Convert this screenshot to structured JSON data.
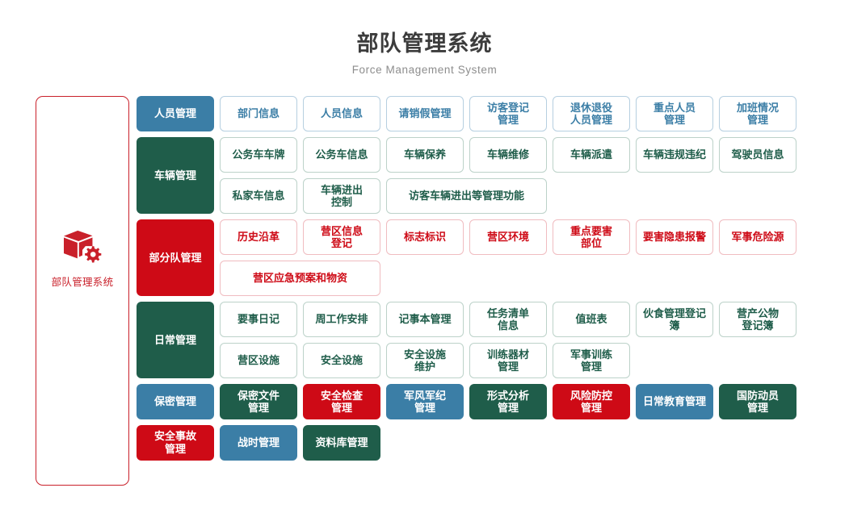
{
  "header": {
    "title": "部队管理系统",
    "subtitle": "Force Management System"
  },
  "sidebar": {
    "brand_label": "部队管理系统",
    "brand_icon": "cube-gear-icon",
    "border_color": "#c9202a"
  },
  "colors": {
    "blue": "#3b7ea6",
    "green": "#1f5d4a",
    "red": "#ce0a16",
    "title": "#3c3c3c",
    "subtitle": "#8d8d8d"
  },
  "sections": [
    {
      "category": "人员管理",
      "category_style": "blue",
      "rows": [
        [
          {
            "label": "部门信息",
            "style": "outline-blue"
          },
          {
            "label": "人员信息",
            "style": "outline-blue"
          },
          {
            "label": "请销假管理",
            "style": "outline-blue"
          },
          {
            "label": "访客登记\n管理",
            "style": "outline-blue"
          },
          {
            "label": "退休退役\n人员管理",
            "style": "outline-blue"
          },
          {
            "label": "重点人员\n管理",
            "style": "outline-blue"
          },
          {
            "label": "加班情况\n管理",
            "style": "outline-blue"
          }
        ]
      ]
    },
    {
      "category": "车辆管理",
      "category_style": "green",
      "rows": [
        [
          {
            "label": "公务车车牌",
            "style": "outline-green"
          },
          {
            "label": "公务车信息",
            "style": "outline-green"
          },
          {
            "label": "车辆保养",
            "style": "outline-green"
          },
          {
            "label": "车辆维修",
            "style": "outline-green"
          },
          {
            "label": "车辆派遣",
            "style": "outline-green"
          },
          {
            "label": "车辆违规违纪",
            "style": "outline-green"
          },
          {
            "label": "驾驶员信息",
            "style": "outline-green"
          }
        ],
        [
          {
            "label": "私家车信息",
            "style": "outline-green"
          },
          {
            "label": "车辆进出\n控制",
            "style": "outline-green"
          },
          {
            "label": "访客车辆进出等管理功能",
            "style": "outline-green",
            "span": 2
          }
        ]
      ]
    },
    {
      "category": "部分队管理",
      "category_style": "red",
      "rows": [
        [
          {
            "label": "历史沿革",
            "style": "outline-red"
          },
          {
            "label": "营区信息\n登记",
            "style": "outline-red"
          },
          {
            "label": "标志标识",
            "style": "outline-red"
          },
          {
            "label": "营区环境",
            "style": "outline-red"
          },
          {
            "label": "重点要害\n部位",
            "style": "outline-red"
          },
          {
            "label": "要害隐患报警",
            "style": "outline-red"
          },
          {
            "label": "军事危险源",
            "style": "outline-red"
          }
        ],
        [
          {
            "label": "营区应急预案和物资",
            "style": "outline-red",
            "span": 2
          }
        ]
      ]
    },
    {
      "category": "日常管理",
      "category_style": "green",
      "rows": [
        [
          {
            "label": "要事日记",
            "style": "outline-green"
          },
          {
            "label": "周工作安排",
            "style": "outline-green"
          },
          {
            "label": "记事本管理",
            "style": "outline-green"
          },
          {
            "label": "任务清单\n信息",
            "style": "outline-green"
          },
          {
            "label": "值班表",
            "style": "outline-green"
          },
          {
            "label": "伙食管理登记簿",
            "style": "outline-green"
          },
          {
            "label": "营产公物\n登记簿",
            "style": "outline-green"
          }
        ],
        [
          {
            "label": "营区设施",
            "style": "outline-green"
          },
          {
            "label": "安全设施",
            "style": "outline-green"
          },
          {
            "label": "安全设施\n维护",
            "style": "outline-green"
          },
          {
            "label": "训练器材\n管理",
            "style": "outline-green"
          },
          {
            "label": "军事训练\n管理",
            "style": "outline-green"
          }
        ]
      ]
    },
    {
      "category": "保密管理",
      "category_style": "blue",
      "category_single_row": true,
      "rows": [
        [
          {
            "label": "保密文件\n管理",
            "style": "filled-green"
          },
          {
            "label": "安全检查\n管理",
            "style": "filled-red"
          },
          {
            "label": "军风军纪\n管理",
            "style": "filled-blue"
          },
          {
            "label": "形式分析\n管理",
            "style": "filled-green"
          },
          {
            "label": "风险防控\n管理",
            "style": "filled-red"
          },
          {
            "label": "日常教育管理",
            "style": "filled-blue"
          },
          {
            "label": "国防动员\n管理",
            "style": "filled-green"
          }
        ]
      ]
    },
    {
      "category": "安全事故\n管理",
      "category_style": "red",
      "category_is_button": true,
      "rows": [
        [
          {
            "label": "战时管理",
            "style": "filled-blue"
          },
          {
            "label": "资料库管理",
            "style": "filled-green"
          }
        ]
      ]
    }
  ]
}
